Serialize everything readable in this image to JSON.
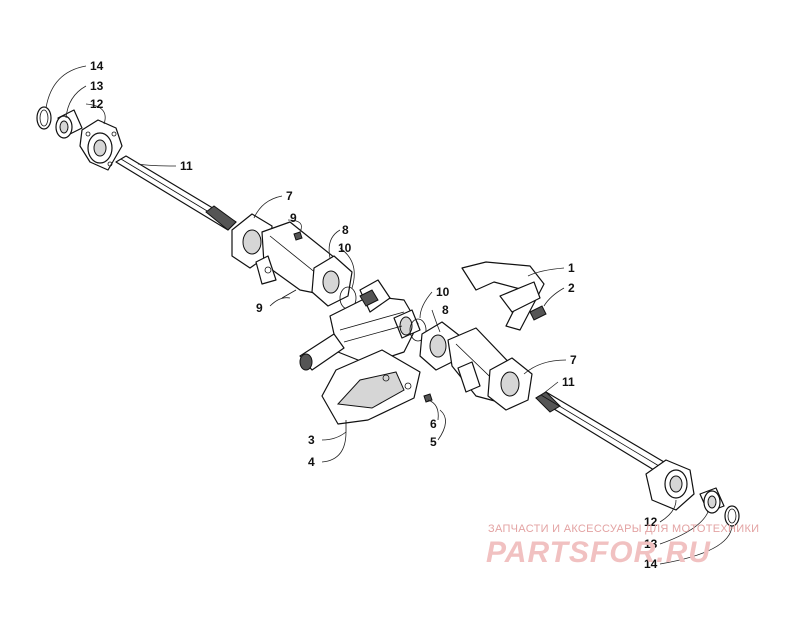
{
  "callouts": {
    "c14a": "14",
    "c13a": "13",
    "c12a": "12",
    "c11a": "11",
    "c7a": "7",
    "c9a": "9",
    "c8a": "8",
    "c10a": "10",
    "c9b": "9",
    "c1": "1",
    "c2": "2",
    "c10b": "10",
    "c8b": "8",
    "c7b": "7",
    "c11b": "11",
    "c6": "6",
    "c5": "5",
    "c3": "3",
    "c4": "4",
    "c12b": "12",
    "c13b": "13",
    "c14b": "14"
  },
  "watermark": {
    "tagline": "ЗАПЧАСТИ И АКСЕССУАРЫ ДЛЯ МОТОТЕХНИКИ",
    "logo": "PARTSFOR.RU"
  }
}
